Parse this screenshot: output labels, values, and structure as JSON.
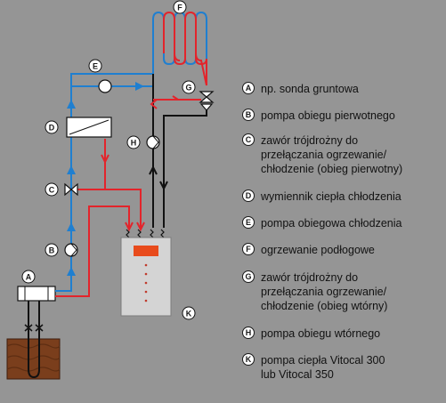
{
  "marker_letters": {
    "a": "A",
    "b": "B",
    "c": "C",
    "d": "D",
    "e": "E",
    "f": "F",
    "g": "G",
    "h": "H",
    "k": "K"
  },
  "legend": [
    {
      "letter": "A",
      "text": "np. sonda gruntowa"
    },
    {
      "letter": "B",
      "text": "pompa obiegu pierwotnego"
    },
    {
      "letter": "C",
      "text": "zawór trójdrożny do\nprzełączania ogrzewanie/\nchłodzenie (obieg pierwotny)"
    },
    {
      "letter": "D",
      "text": "wymiennik ciepła chłodzenia"
    },
    {
      "letter": "E",
      "text": "pompa obiegowa chłodzenia"
    },
    {
      "letter": "F",
      "text": "ogrzewanie podłogowe"
    },
    {
      "letter": "G",
      "text": "zawór trójdrożny do\nprzełączania ogrzewanie/\nchłodzenie (obieg wtórny)"
    },
    {
      "letter": "H",
      "text": "pompa obiegu wtórnego"
    },
    {
      "letter": "K",
      "text": "pompa ciepła Vitocal 300\nlub Vitocal 350"
    }
  ],
  "colors": {
    "background": "#959595",
    "hot_pipe": "#e3242b",
    "cold_pipe": "#1f7fd0",
    "return_pipe": "#111111",
    "ground": "#7a3e1c",
    "unit_body": "#d4d4d4",
    "unit_display": "#e84b1c"
  }
}
